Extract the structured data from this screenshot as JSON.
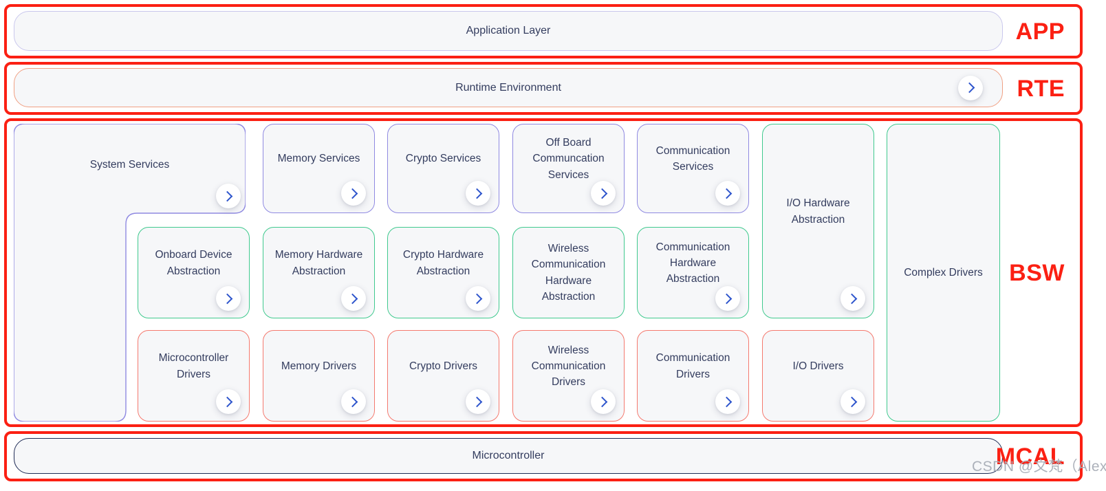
{
  "layers": {
    "app": {
      "tag": "APP",
      "box_label": "Application Layer"
    },
    "rte": {
      "tag": "RTE",
      "box_label": "Runtime Environment"
    },
    "bsw": {
      "tag": "BSW"
    },
    "mcal": {
      "tag": "MCAL",
      "box_label": "Microcontroller"
    }
  },
  "bsw_boxes": {
    "system_services": "System Services",
    "memory_services": "Memory Services",
    "crypto_services": "Crypto Services",
    "offboard_communcation_services": "Off Board Communcation Services",
    "communication_services": "Communication Services",
    "io_hardware_abstraction": "I/O Hardware Abstraction",
    "complex_drivers": "Complex Drivers",
    "onboard_device_abstraction": "Onboard Device Abstraction",
    "memory_hardware_abstraction": "Memory Hardware Abstraction",
    "crypto_hardware_abstraction": "Crypto Hardware Abstraction",
    "wireless_communication_hardware_abstraction": "Wireless Communication Hardware Abstraction",
    "communication_hardware_abstraction": "Communication Hardware Abstraction",
    "microcontroller_drivers": "Microcontroller Drivers",
    "memory_drivers": "Memory Drivers",
    "crypto_drivers": "Crypto Drivers",
    "wireless_communication_drivers": "Wireless Communication Drivers",
    "communication_drivers": "Communication Drivers",
    "io_drivers": "I/O Drivers"
  },
  "icons": {
    "chevron_right": "›"
  },
  "colors": {
    "frame_red": "#fb2013",
    "tag_red": "#fb2013",
    "services_purple": "#8f89e1",
    "abstraction_green": "#3fc98e",
    "drivers_salmon": "#f4796e",
    "rte_orange": "#f0a083",
    "app_lavender": "#c9c7ed",
    "mcal_navy": "#1e2b55",
    "chevron_blue": "#2d54cc",
    "box_fill": "#f6f7f9",
    "text_navy": "#333c5e",
    "watermark_gray": "#a8adb6"
  },
  "watermark": "CSDN @文梵（Alex）"
}
